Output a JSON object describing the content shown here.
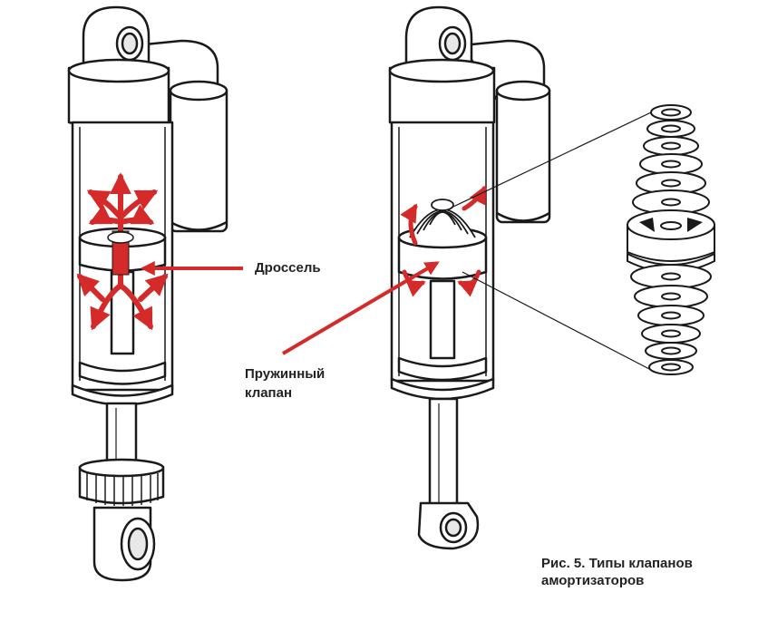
{
  "labels": {
    "throttle": "Дроссель",
    "spring_valve_line1": "Пружинный",
    "spring_valve_line2": "клапан"
  },
  "caption": {
    "line1": "Рис. 5. Типы клапанов",
    "line2": "амортизаторов"
  },
  "colors": {
    "arrow": "#d42a2a",
    "stroke": "#1a1a1a",
    "background": "#ffffff"
  }
}
